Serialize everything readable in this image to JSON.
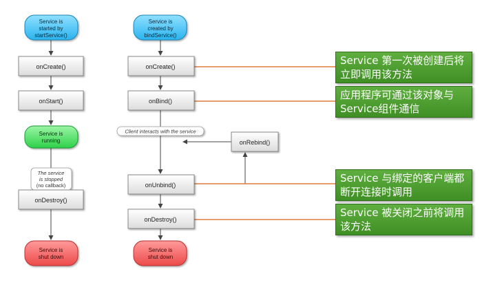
{
  "started_flow": {
    "start": [
      "Service is",
      "started by",
      "startService()"
    ],
    "on_create": "onCreate()",
    "on_start": "onStart()",
    "running": [
      "Service is",
      "running"
    ],
    "stopped_note": [
      "The service",
      "is stopped",
      "(no callback)"
    ],
    "on_destroy": "onDestroy()",
    "shut_down": [
      "Service is",
      "shut down"
    ]
  },
  "bound_flow": {
    "start": [
      "Service is",
      "created by",
      "bindService()"
    ],
    "on_create": "onCreate()",
    "on_bind": "onBind()",
    "client_note": "Client interacts with the service",
    "on_rebind": "onRebind()",
    "on_unbind": "onUnbind()",
    "on_destroy": "onDestroy()",
    "shut_down": [
      "Service is",
      "shut down"
    ]
  },
  "callouts": [
    {
      "lines": [
        "Service 第一次被创建后将",
        "立即调用该方法"
      ]
    },
    {
      "lines": [
        "应用程序可通过该对象与",
        "Service组件通信"
      ]
    },
    {
      "lines": [
        "Service 与绑定的客户端都",
        "断开连接时调用"
      ]
    },
    {
      "lines": [
        "Service 被关闭之前将调用",
        "该方法"
      ]
    }
  ],
  "colors": {
    "start_pill": "#4fc3f7",
    "running_pill": "#4cd964",
    "shutdown_pill": "#f26262",
    "callout_bg": "#4f9f33",
    "connector": "#e07b3a"
  }
}
